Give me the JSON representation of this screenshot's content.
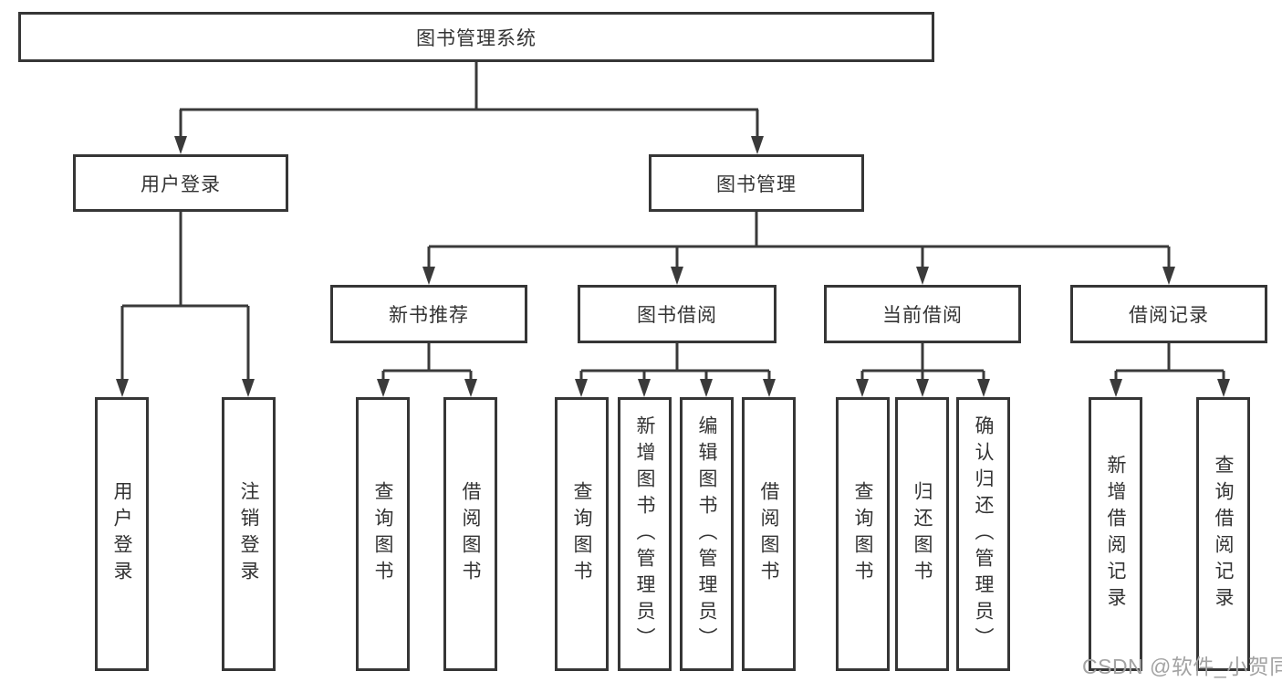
{
  "diagram": {
    "root": {
      "label": "图书管理系统"
    },
    "level2": [
      {
        "label": "用户登录"
      },
      {
        "label": "图书管理"
      }
    ],
    "level3": [
      {
        "label": "新书推荐"
      },
      {
        "label": "图书借阅"
      },
      {
        "label": "当前借阅"
      },
      {
        "label": "借阅记录"
      }
    ],
    "leaves": [
      {
        "label": "用户登录"
      },
      {
        "label": "注销登录"
      },
      {
        "label": "查询图书"
      },
      {
        "label": "借阅图书"
      },
      {
        "label": "查询图书"
      },
      {
        "label": "新增图书（管理员）"
      },
      {
        "label": "编辑图书（管理员）"
      },
      {
        "label": "借阅图书"
      },
      {
        "label": "查询图书"
      },
      {
        "label": "归还图书"
      },
      {
        "label": "确认归还（管理员）"
      },
      {
        "label": "新增借阅记录"
      },
      {
        "label": "查询借阅记录"
      }
    ]
  },
  "watermark": "CSDN @软件_小贺同学",
  "colors": {
    "line": "#3a3a3a",
    "border": "#363636",
    "text": "#333333",
    "watermark": "#a3a3a3",
    "background": "#ffffff"
  }
}
